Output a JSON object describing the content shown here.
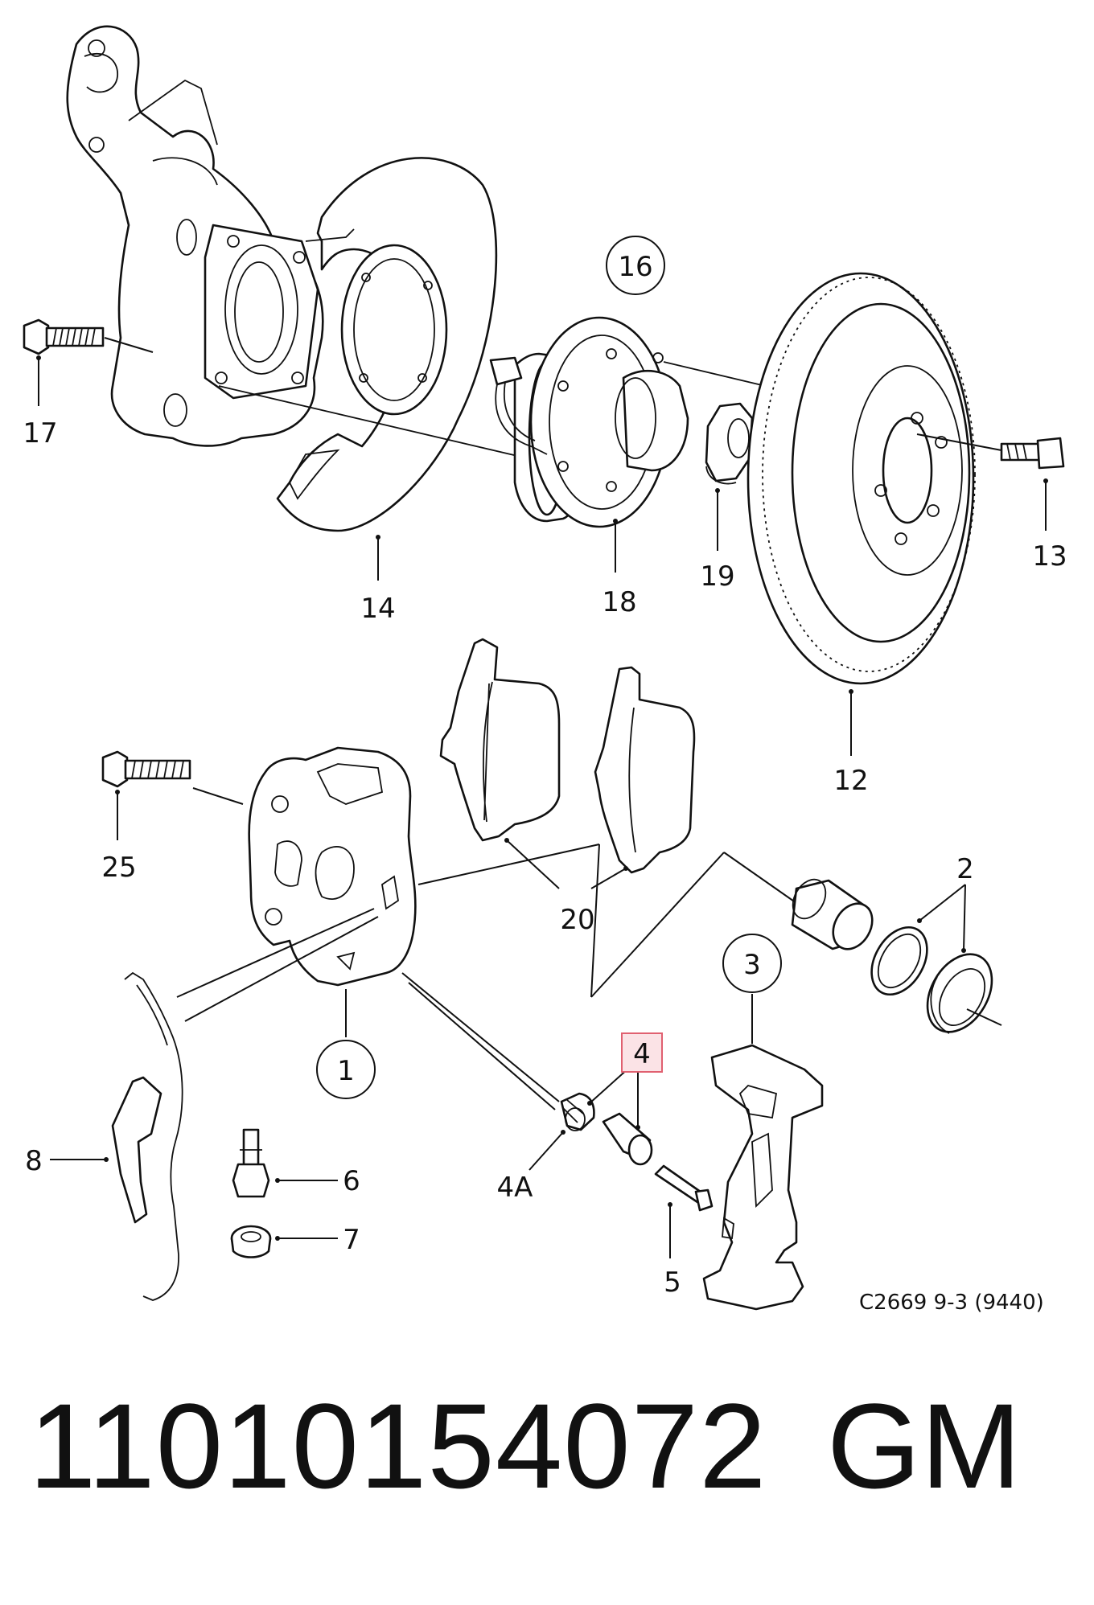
{
  "labels": {
    "l1": "1",
    "l2": "2",
    "l3": "3",
    "l4": "4",
    "l4a": "4A",
    "l5": "5",
    "l6": "6",
    "l7": "7",
    "l8": "8",
    "l12": "12",
    "l13": "13",
    "l14": "14",
    "l16": "16",
    "l17": "17",
    "l18": "18",
    "l19": "19",
    "l20": "20",
    "l25": "25"
  },
  "highlighted_label": "4",
  "highlight_color": "#e06070",
  "diagram_code": "C2669 9-3 (9440)",
  "footer": {
    "part_number": "11010154072",
    "brand": "GM"
  }
}
